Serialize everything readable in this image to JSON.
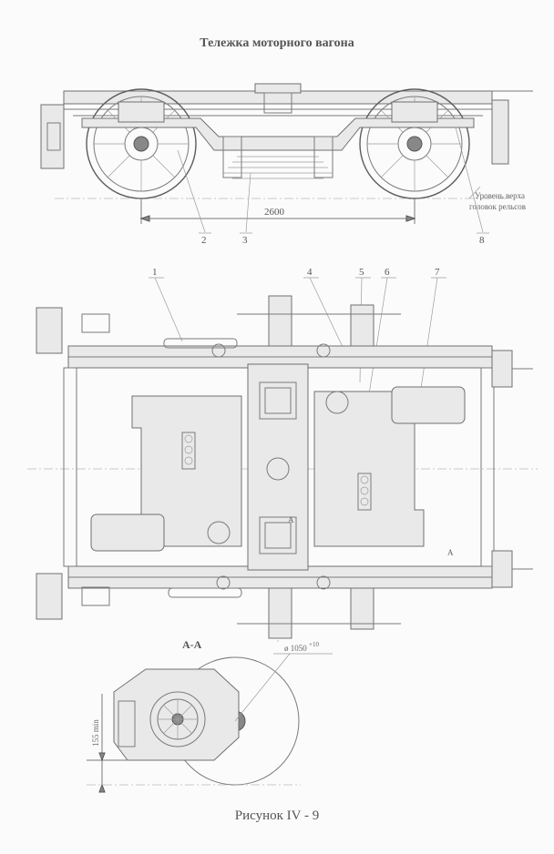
{
  "title": "Тележка моторного вагона",
  "caption": "Рисунок IV - 9",
  "side_view": {
    "wheelbase_dimension": "2600",
    "rail_level_note_line1": "Уровень верха",
    "rail_level_note_line2": "головок рельсов",
    "callouts": [
      "2",
      "3",
      "8"
    ]
  },
  "plan_view": {
    "callouts": [
      "1",
      "4",
      "5",
      "6",
      "7"
    ],
    "section_marker": "А",
    "section_marker_2": "А"
  },
  "section_view": {
    "label": "А-А",
    "wheel_diameter_prefix": "ø",
    "wheel_diameter": "1050",
    "wheel_diameter_tolerance": "+10",
    "clearance_dimension": "155 min"
  }
}
